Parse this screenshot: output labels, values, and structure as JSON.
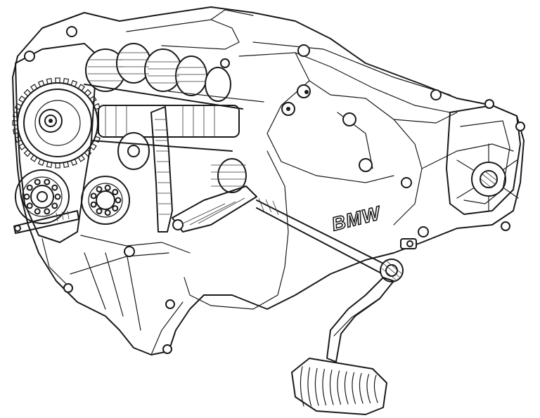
{
  "illustration": {
    "subject": "gearbox-exploded-cutaway",
    "style": "black-and-white line drawing",
    "casing_lettering": "BMW"
  },
  "colors": {
    "background": "#ffffff",
    "ink": "#1a1a1a"
  }
}
